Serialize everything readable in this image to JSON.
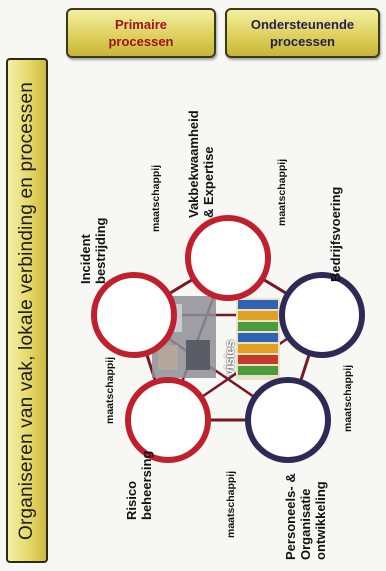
{
  "legend": {
    "primary": "Primaire\nprocessen",
    "supporting": "Ondersteunende\nprocessen"
  },
  "banner": "Organiseren van vak, lokale verbinding en processen",
  "center": {
    "label": "visies"
  },
  "nodes": {
    "incident": "Incident\nbestrijding",
    "vakbekwaamheid": "Vakbekwaamheid\n& Expertise",
    "bedrijfsvoering": "Bedrijfsvoering",
    "personeel": "Personeels- &\nOrganisatie\nontwikkeling",
    "risico": "Risico\nbeheersing"
  },
  "edge_label": "maatschappij",
  "colors": {
    "primary": "#c0202e",
    "supporting": "#2e2a55",
    "network": "#7a1724",
    "legend_fill": "#e3d664"
  }
}
